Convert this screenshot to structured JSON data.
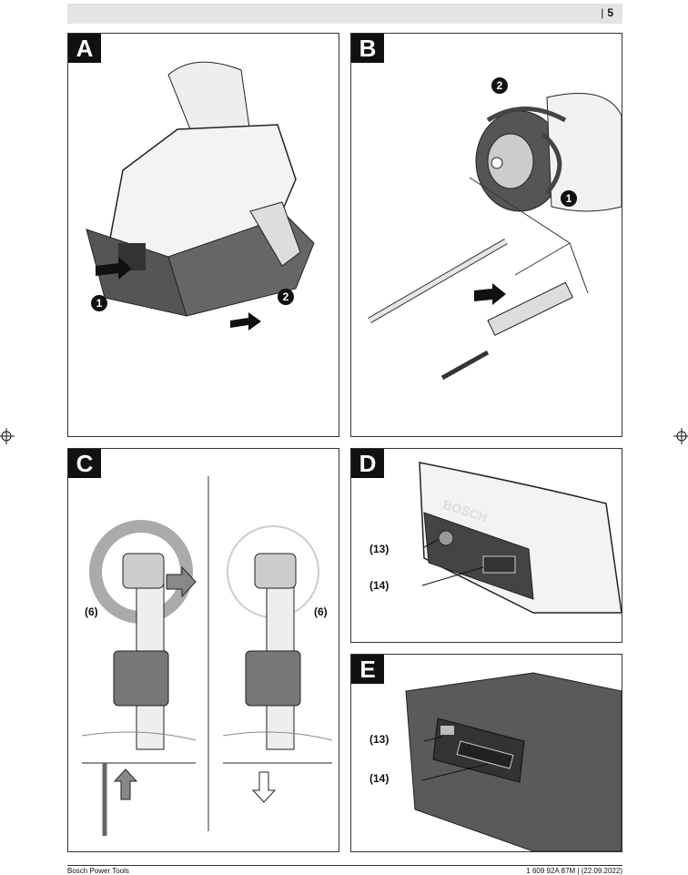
{
  "header": {
    "page_number": "5"
  },
  "panels": {
    "a": {
      "letter": "A",
      "step1": "1",
      "step2": "2"
    },
    "b": {
      "letter": "B",
      "step1": "1",
      "step2": "2"
    },
    "c": {
      "letter": "C",
      "left_label": "(6)",
      "right_label": "(6)"
    },
    "d": {
      "letter": "D",
      "label_13": "(13)",
      "label_14": "(14)",
      "brand": "BOSCH"
    },
    "e": {
      "letter": "E",
      "label_13": "(13)",
      "label_14": "(14)"
    }
  },
  "footer": {
    "left": "Bosch Power Tools",
    "right": "1 609 92A 87M | (22.09.2022)"
  },
  "colors": {
    "panel_letter_bg": "#111111",
    "battery_grey": "#5a5a5a",
    "tool_grey": "#d9d9d9"
  },
  "icons": [
    "registration-mark-icon"
  ]
}
